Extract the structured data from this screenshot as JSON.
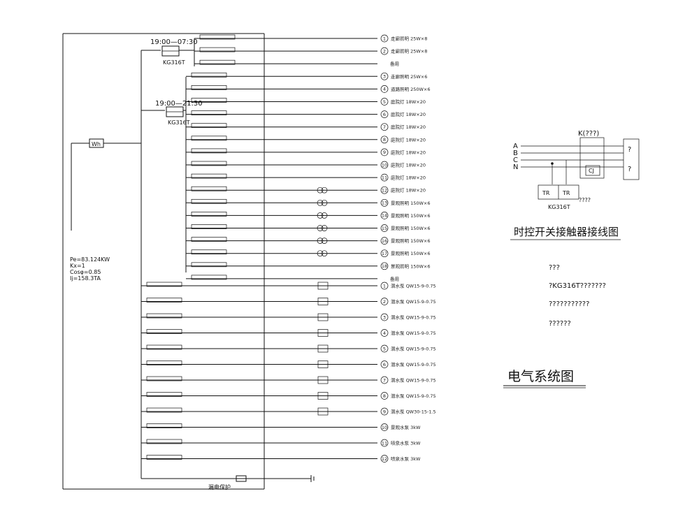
{
  "title": "电气系统图",
  "timers": {
    "timer1": "19:00—07:30",
    "timer2": "19:00—21:30",
    "device": "KG316T"
  },
  "meter": "Wh",
  "load": {
    "pe": "Pe=83.124KW",
    "kx": "Kx=1",
    "cos": "Cosφ=0.85",
    "ij": "Ij=158.3TA"
  },
  "circuits": [
    {
      "no": "1",
      "dest": "走廊照明 25W×8"
    },
    {
      "no": "2",
      "dest": "走廊照明 25W×8"
    },
    {
      "no": "",
      "dest": "备用"
    },
    {
      "no": "3",
      "dest": "走廊照明 25W×6"
    },
    {
      "no": "4",
      "dest": "道路照明 250W×6"
    },
    {
      "no": "5",
      "dest": "庭院灯 18W×20"
    },
    {
      "no": "6",
      "dest": "庭院灯 18W×20"
    },
    {
      "no": "7",
      "dest": "庭院灯 18W×20"
    },
    {
      "no": "8",
      "dest": "庭院灯 18W×20"
    },
    {
      "no": "9",
      "dest": "庭院灯 18W×20"
    },
    {
      "no": "10",
      "dest": "庭院灯 18W×20"
    },
    {
      "no": "11",
      "dest": "庭院灯 18W×20"
    },
    {
      "no": "12",
      "dest": "庭院灯 18W×20"
    },
    {
      "no": "13",
      "dest": "景观照明 150W×6"
    },
    {
      "no": "14",
      "dest": "景观照明 150W×6"
    },
    {
      "no": "15",
      "dest": "景观照明 150W×6"
    },
    {
      "no": "16",
      "dest": "景观照明 150W×6"
    },
    {
      "no": "17",
      "dest": "景观照明 150W×6"
    },
    {
      "no": "18",
      "dest": "景观照明 150W×6"
    },
    {
      "no": "",
      "dest": "备用"
    },
    {
      "no": "1",
      "dest": "潜水泵 QW15-9-0.75"
    },
    {
      "no": "2",
      "dest": "潜水泵 QW15-9-0.75"
    },
    {
      "no": "3",
      "dest": "潜水泵 QW15-9-0.75"
    },
    {
      "no": "4",
      "dest": "潜水泵 QW15-9-0.75"
    },
    {
      "no": "5",
      "dest": "潜水泵 QW15-9-0.75"
    },
    {
      "no": "6",
      "dest": "潜水泵 QW15-9-0.75"
    },
    {
      "no": "7",
      "dest": "潜水泵 QW15-9-0.75"
    },
    {
      "no": "8",
      "dest": "潜水泵 QW15-9-0.75"
    },
    {
      "no": "9",
      "dest": "潜水泵 QW30-15-1.5"
    },
    {
      "no": "10",
      "dest": "景观水泵 3kW"
    },
    {
      "no": "11",
      "dest": "喷泉水泵 3kW"
    },
    {
      "no": "12",
      "dest": "喷泉水泵 3kW"
    }
  ],
  "bottom_box": "漏电保护",
  "wiring": {
    "k": "K(???)",
    "phases": [
      "A",
      "B",
      "C",
      "N"
    ],
    "out1": "?",
    "out2": "?",
    "relay": "CJ",
    "tr": "TR",
    "device": "KG316T",
    "qmark": "????",
    "caption": "时控开关接触器接线图"
  },
  "notes": [
    "???",
    "?KG316T???????",
    "???????????",
    "??????"
  ]
}
